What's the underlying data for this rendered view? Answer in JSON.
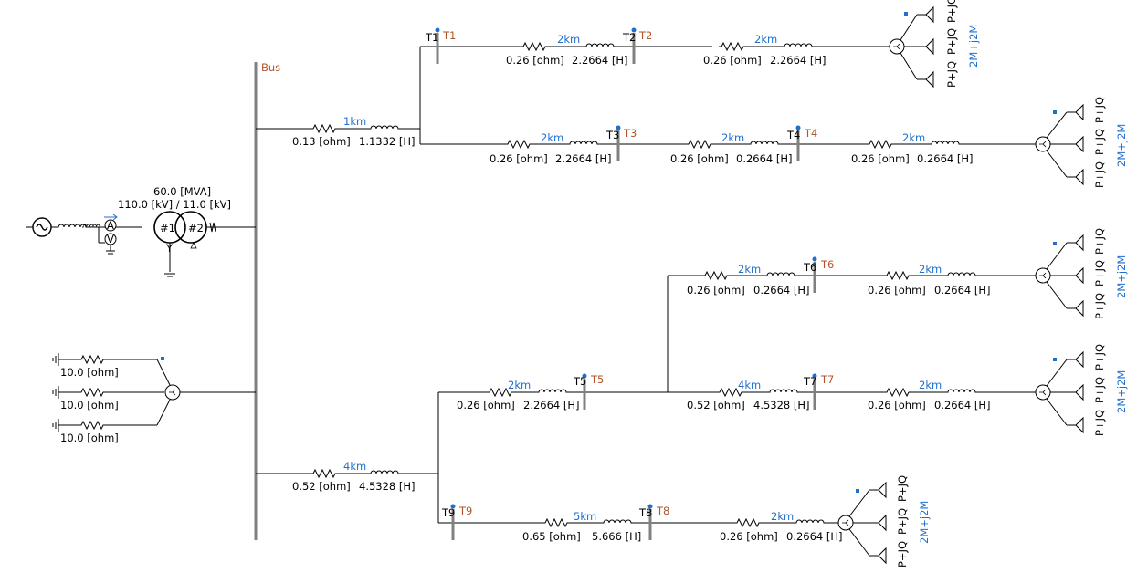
{
  "colors": {
    "wire": "#000000",
    "bus": "#808080",
    "line_length": "#1f6fd1",
    "name_tag": "#b0552b",
    "node_dot": "#1f6fd1"
  },
  "source": {
    "icon": "ac-source-icon",
    "ammeter": "A",
    "voltmeter": "V"
  },
  "transformer": {
    "rating": "60.0 [MVA]",
    "voltages": "110.0 [kV] / 11.0 [kV]",
    "winding1": "#1",
    "winding2": "#2"
  },
  "bus": {
    "name": "Bus"
  },
  "grounding": {
    "r1": "10.0 [ohm]",
    "r2": "10.0 [ohm]",
    "r3": "10.0 [ohm]"
  },
  "feeders": {
    "f1": {
      "km": "1km",
      "r": "0.13 [ohm]",
      "l": "1.1332 [H]"
    },
    "f2": {
      "km": "4km",
      "r": "0.52 [ohm]",
      "l": "4.5328 [H]"
    }
  },
  "segments": {
    "s12": {
      "km": "2km",
      "r": "0.26 [ohm]",
      "l": "2.2664 [H]"
    },
    "s2L": {
      "km": "2km",
      "r": "0.26 [ohm]",
      "l": "2.2664 [H]"
    },
    "s3a": {
      "km": "2km",
      "r": "0.26 [ohm]",
      "l": "2.2664 [H]"
    },
    "s34": {
      "km": "2km",
      "r": "0.26 [ohm]",
      "l": "0.2664 [H]"
    },
    "s4L": {
      "km": "2km",
      "r": "0.26 [ohm]",
      "l": "0.2664 [H]"
    },
    "s6a": {
      "km": "2km",
      "r": "0.26 [ohm]",
      "l": "0.2664 [H]"
    },
    "s6L": {
      "km": "2km",
      "r": "0.26 [ohm]",
      "l": "0.2664 [H]"
    },
    "s5a": {
      "km": "2km",
      "r": "0.26 [ohm]",
      "l": "2.2664 [H]"
    },
    "s57": {
      "km": "4km",
      "r": "0.52 [ohm]",
      "l": "4.5328 [H]"
    },
    "s7L": {
      "km": "2km",
      "r": "0.26 [ohm]",
      "l": "0.2664 [H]"
    },
    "s98": {
      "km": "5km",
      "r": "0.65 [ohm]",
      "l": "5.666 [H]"
    },
    "s8L": {
      "km": "2km",
      "r": "0.26 [ohm]",
      "l": "0.2664 [H]"
    }
  },
  "taps": {
    "T1": {
      "left": "T1",
      "right": "T1"
    },
    "T2": {
      "left": "T2",
      "right": "T2"
    },
    "T3": {
      "left": "T3",
      "right": "T3"
    },
    "T4": {
      "left": "T4",
      "right": "T4"
    },
    "T5": {
      "left": "T5",
      "right": "T5"
    },
    "T6": {
      "left": "T6",
      "right": "T6"
    },
    "T7": {
      "left": "T7",
      "right": "T7"
    },
    "T8": {
      "left": "T8",
      "right": "T8"
    },
    "T9": {
      "left": "T9",
      "right": "T9"
    }
  },
  "loads": {
    "L1": {
      "pq": "P+JQ",
      "rating": "2M+j2M"
    },
    "L2": {
      "pq": "P+JQ",
      "rating": "2M+j2M"
    },
    "L3": {
      "pq": "P+JQ",
      "rating": "2M+j2M"
    },
    "L4": {
      "pq": "P+JQ",
      "rating": "2M+j2M"
    },
    "L5": {
      "pq": "P+JQ",
      "rating": "2M+j2M"
    }
  }
}
